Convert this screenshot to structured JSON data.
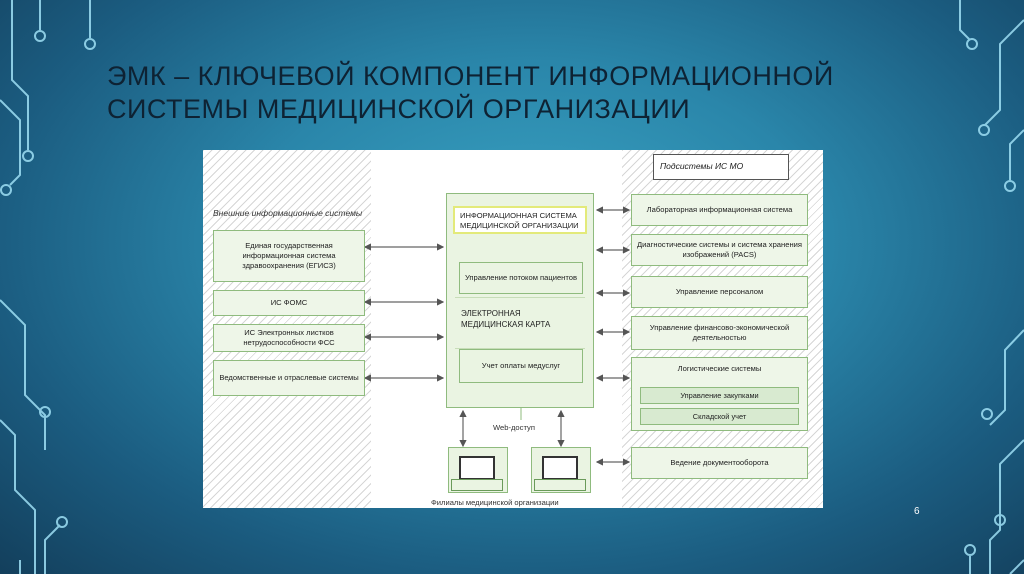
{
  "slide": {
    "title_line1": "ЭМК – КЛЮЧЕВОЙ КОМПОНЕНТ ИНФОРМАЦИОННОЙ",
    "title_line2": "СИСТЕМЫ МЕДИЦИНСКОЙ ОРГАНИЗАЦИИ",
    "page_number": "6",
    "colors": {
      "background": "#2a86aa",
      "title": "#0e2233",
      "box_fill": "#eef6e8",
      "box_border": "#8fbb7e"
    }
  },
  "diagram": {
    "external_label": "Внешние информационные системы",
    "external_systems": [
      "Единая государственная информационная система здравоохранения (ЕГИСЗ)",
      "ИС ФОМС",
      "ИС Электронных листков нетрудоспособности ФСС",
      "Ведомственные и отраслевые системы"
    ],
    "center": {
      "title": "ИНФОРМАЦИОННАЯ СИСТЕМА МЕДИЦИНСКОЙ ОРГАНИЗАЦИИ",
      "modules": [
        "Управление потоком пациентов",
        "ЭЛЕКТРОННАЯ МЕДИЦИНСКАЯ КАРТА",
        "Учет оплаты медуслуг"
      ]
    },
    "subsystems_label": "Подсистемы ИС МО",
    "subsystems": [
      "Лабораторная информационная система",
      "Диагностические системы и система хранения изображений (PACS)",
      "Управление персоналом",
      "Управление финансово-экономической деятельностью"
    ],
    "logistics": {
      "title": "Логистические системы",
      "items": [
        "Управление закупками",
        "Складской учет"
      ]
    },
    "documents": "Ведение документооборота",
    "web_access": "Web-доступ",
    "branches": "Филиалы медицинской организации"
  }
}
